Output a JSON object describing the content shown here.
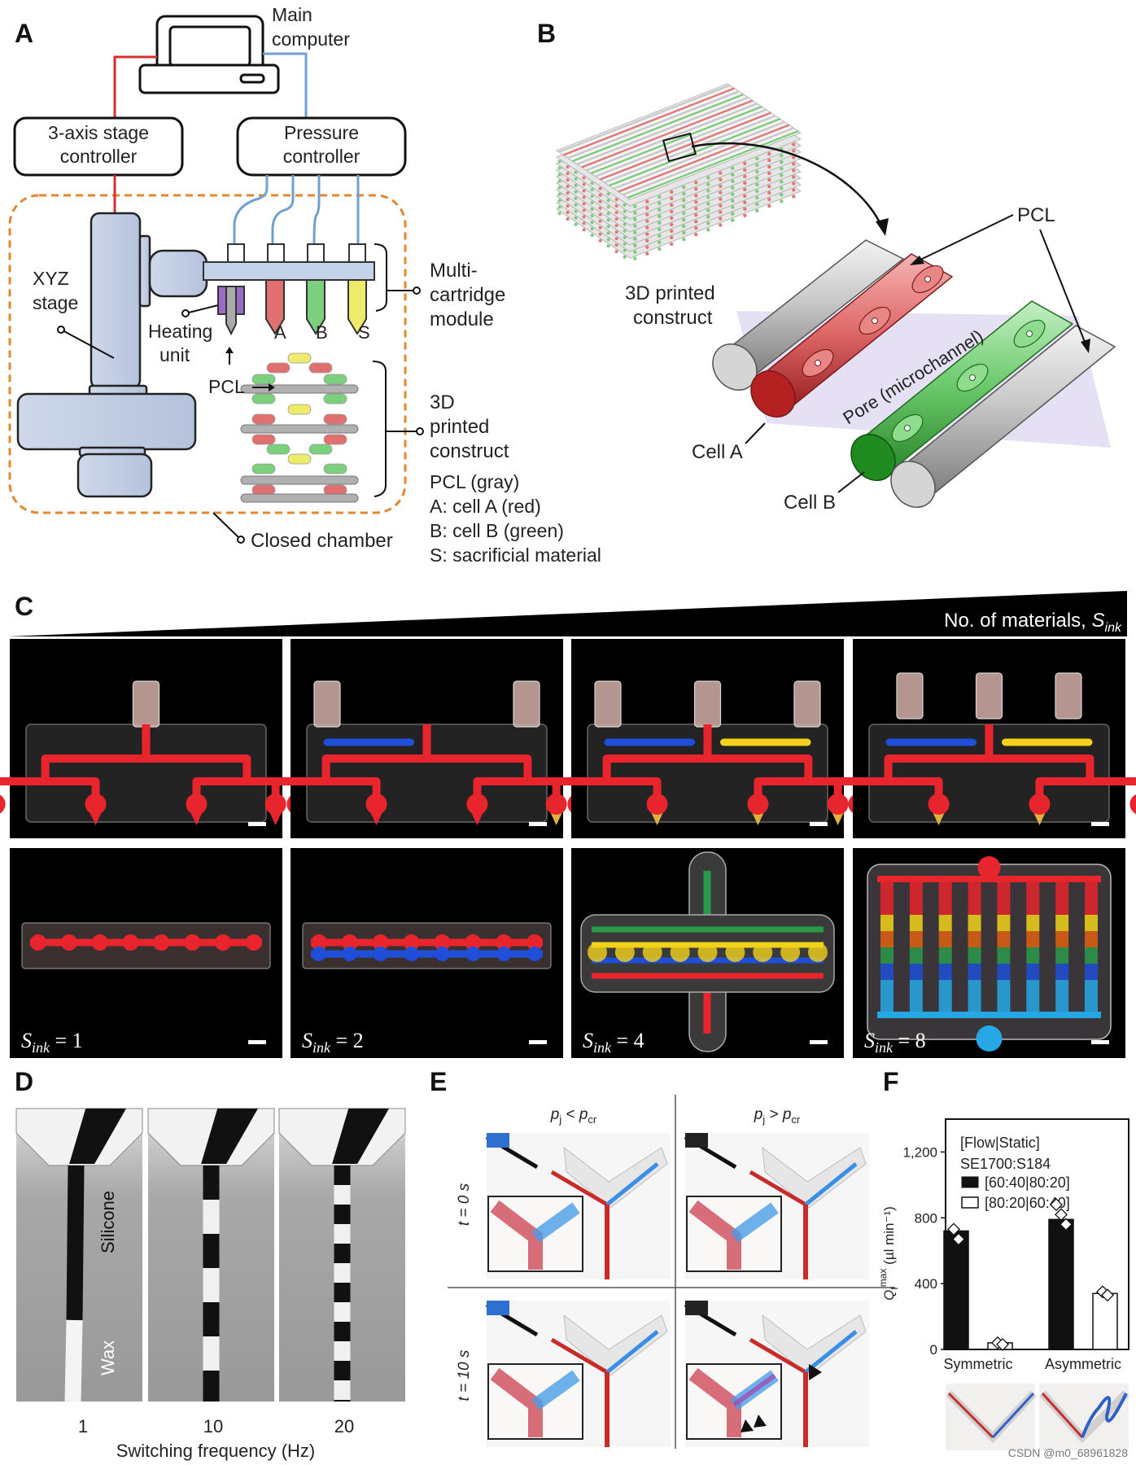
{
  "panels": {
    "a": "A",
    "b": "B",
    "c": "C",
    "d": "D",
    "e": "E",
    "f": "F"
  },
  "panel_a": {
    "main_computer": [
      "Main",
      "computer"
    ],
    "stage_controller": [
      "3-axis stage",
      "controller"
    ],
    "pressure_controller": [
      "Pressure",
      "controller"
    ],
    "xyz_stage": [
      "XYZ",
      "stage"
    ],
    "heating_unit": [
      "Heating",
      "unit"
    ],
    "cartridge_letters": [
      "A",
      "B",
      "S"
    ],
    "multi_cartridge": [
      "Multi-",
      "cartridge",
      "module"
    ],
    "pcl_arrow": "PCL",
    "printed_construct": [
      "3D",
      "printed",
      "construct"
    ],
    "closed_chamber": "Closed chamber",
    "legend": [
      "PCL (gray)",
      "A: cell A (red)",
      "B: cell B (green)",
      "S: sacrificial material"
    ],
    "colors": {
      "stage_line": "#d32f2f",
      "pressure_line": "#6fa0d0",
      "chamber": "#e0892e",
      "cell_a": "#e07070",
      "cell_b": "#7ccf7c",
      "sacrificial": "#eeea6a",
      "heater": "#9a6cc8",
      "pcl": "#b0b0b0"
    }
  },
  "panel_b": {
    "construct": [
      "3D printed",
      "construct"
    ],
    "pcl": "PCL",
    "pore": "Pore (microchannel)",
    "cell_a": "Cell A",
    "cell_b": "Cell B"
  },
  "panel_c": {
    "header": "No. of materials, ",
    "header_var": "S",
    "header_sub": "ink",
    "labels": [
      {
        "var": "S",
        "sub": "ink",
        "eq": " = 1"
      },
      {
        "var": "S",
        "sub": "ink",
        "eq": " = 2"
      },
      {
        "var": "S",
        "sub": "ink",
        "eq": " = 4"
      },
      {
        "var": "S",
        "sub": "ink",
        "eq": " = 8"
      }
    ]
  },
  "panel_d": {
    "silicone": "Silicone",
    "wax": "Wax",
    "freqs": [
      "1",
      "10",
      "20"
    ],
    "xlabel": "Switching frequency (Hz)"
  },
  "panel_e": {
    "col1": {
      "p": "p",
      "psub": "j",
      "op": " < ",
      "p2": "p",
      "p2sub": "cr"
    },
    "col2": {
      "p": "p",
      "psub": "j",
      "op": " > ",
      "p2": "p",
      "p2sub": "cr"
    },
    "row1": "t = 0 s",
    "row2": "t = 10 s"
  },
  "panel_f": {
    "legend_title": [
      "[Flow|Static]",
      "SE1700:S184"
    ],
    "legend_items": [
      "[60:40|80:20]",
      "[80:20|60:40]"
    ],
    "ylabel_main": "Q",
    "ylabel_sub": "f",
    "ylabel_sup": "max",
    "ylabel_unit": " (µl min⁻¹)",
    "watermark": "CSDN @m0_68961828"
  },
  "chart_data": {
    "type": "bar",
    "categories": [
      "Symmetric",
      "Asymmetric"
    ],
    "series": [
      {
        "name": "[60:40|80:20]",
        "values": [
          720,
          790
        ],
        "points": [
          [
            730,
            670
          ],
          [
            880,
            820,
            760
          ]
        ]
      },
      {
        "name": "[80:20|60:40]",
        "values": [
          40,
          340
        ],
        "points": [
          [
            40,
            30
          ],
          [
            350,
            330
          ]
        ]
      }
    ],
    "ylim": [
      0,
      1400
    ],
    "yticks": [
      "0",
      "400",
      "800",
      "1,200"
    ],
    "ytick_values": [
      0,
      400,
      800,
      1200
    ]
  }
}
